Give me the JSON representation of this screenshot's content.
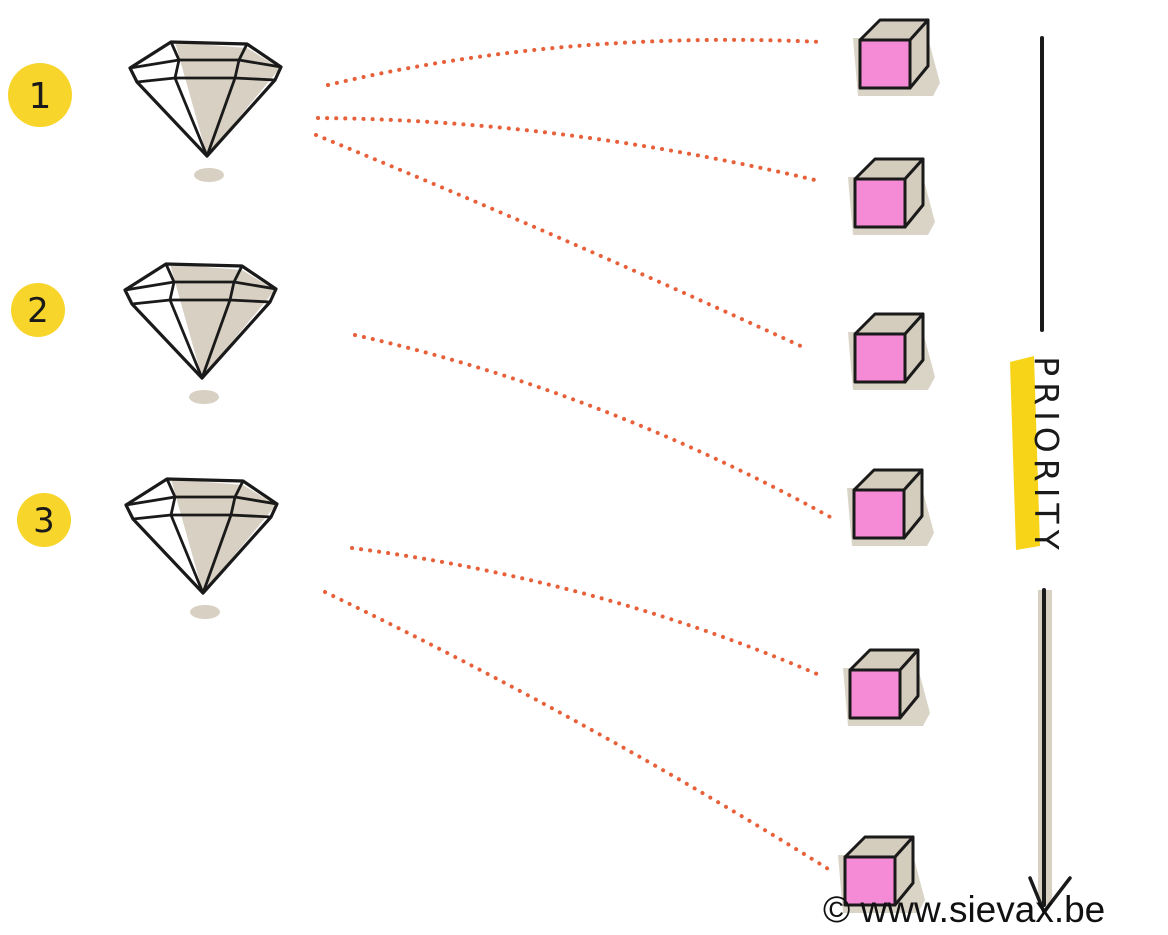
{
  "gems": [
    {
      "number": "1"
    },
    {
      "number": "2"
    },
    {
      "number": "3"
    }
  ],
  "cubes_count_label": "",
  "priority": {
    "label": "PRIORITY",
    "highlight_color": "#f7d417"
  },
  "colors": {
    "badge": "#f7d52a",
    "dots": "#e8603a",
    "cube_face": "#f58ad6",
    "cube_shade": "#d4ccbd",
    "gem_shade": "#d8d0c2",
    "ink": "#1a1a1a"
  },
  "connections": [
    {
      "gem": "1",
      "cube": 1
    },
    {
      "gem": "1",
      "cube": 2
    },
    {
      "gem": "1",
      "cube": 3
    },
    {
      "gem": "2",
      "cube": 4
    },
    {
      "gem": "3",
      "cube": 5
    },
    {
      "gem": "3",
      "cube": 6
    }
  ],
  "footer": {
    "copyright": "© www.sievax.be"
  }
}
